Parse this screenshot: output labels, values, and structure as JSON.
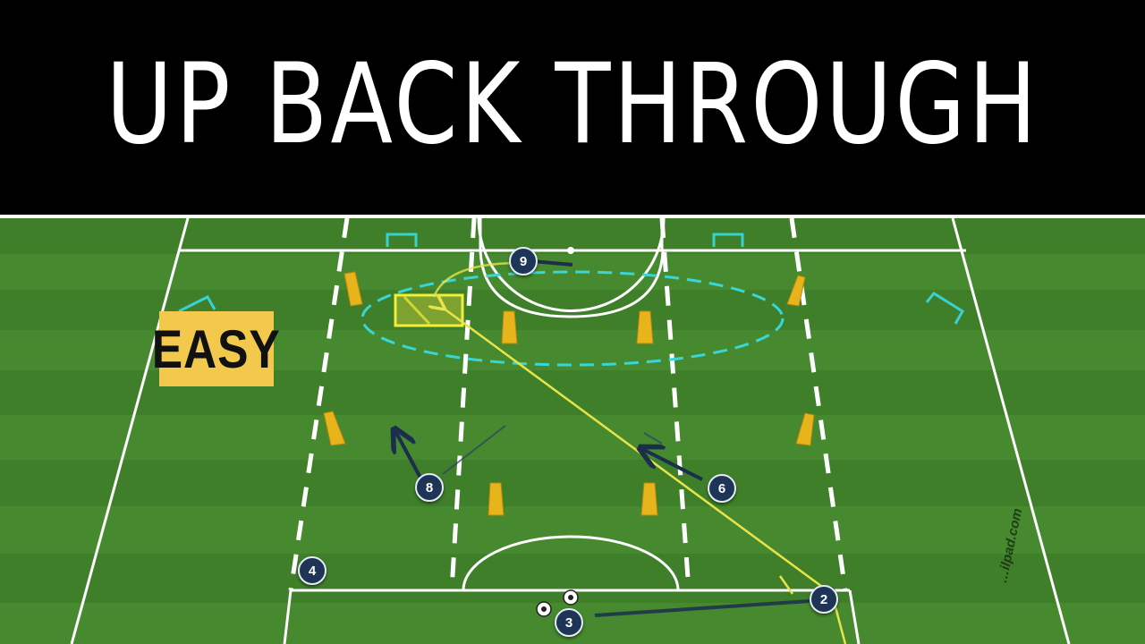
{
  "title": "UP BACK THROUGH",
  "difficulty_badge": "EASY",
  "watermark_text": "…ilpad.com",
  "colors": {
    "grass_dark": "#3f7f2a",
    "grass_light": "#4e9433",
    "line": "#ffffff",
    "pass_line": "#e7e34a",
    "zone_circle": "#38d6d6",
    "goal": "#39d2d2",
    "player": "#1f3557",
    "mannequin": "#e8b41c",
    "badge": "#f2c94c"
  },
  "players": [
    {
      "id": "player-9",
      "number": "9"
    },
    {
      "id": "player-8",
      "number": "8"
    },
    {
      "id": "player-6",
      "number": "6"
    },
    {
      "id": "player-4",
      "number": "4"
    },
    {
      "id": "player-3",
      "number": "3"
    },
    {
      "id": "player-2",
      "number": "2"
    }
  ],
  "icons": {
    "goal": "mini-goal-icon",
    "mannequin": "mannequin-icon",
    "ball": "soccer-ball-icon",
    "target": "target-zone-icon"
  }
}
